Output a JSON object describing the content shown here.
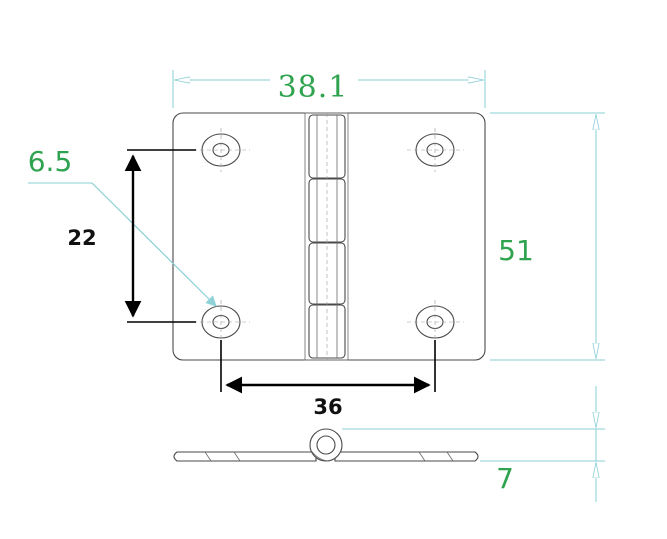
{
  "dimensions": {
    "width": "38.1",
    "height": "51",
    "hole_diameter": "6.5",
    "hole_vertical_spacing": "22",
    "hole_horizontal_spacing": "36",
    "thickness": "7"
  },
  "colors": {
    "green_dimension": "#2fa34f",
    "teal_leader": "#89cfd6",
    "black_dimension": "#000000",
    "outline": "#4a4a4a"
  }
}
